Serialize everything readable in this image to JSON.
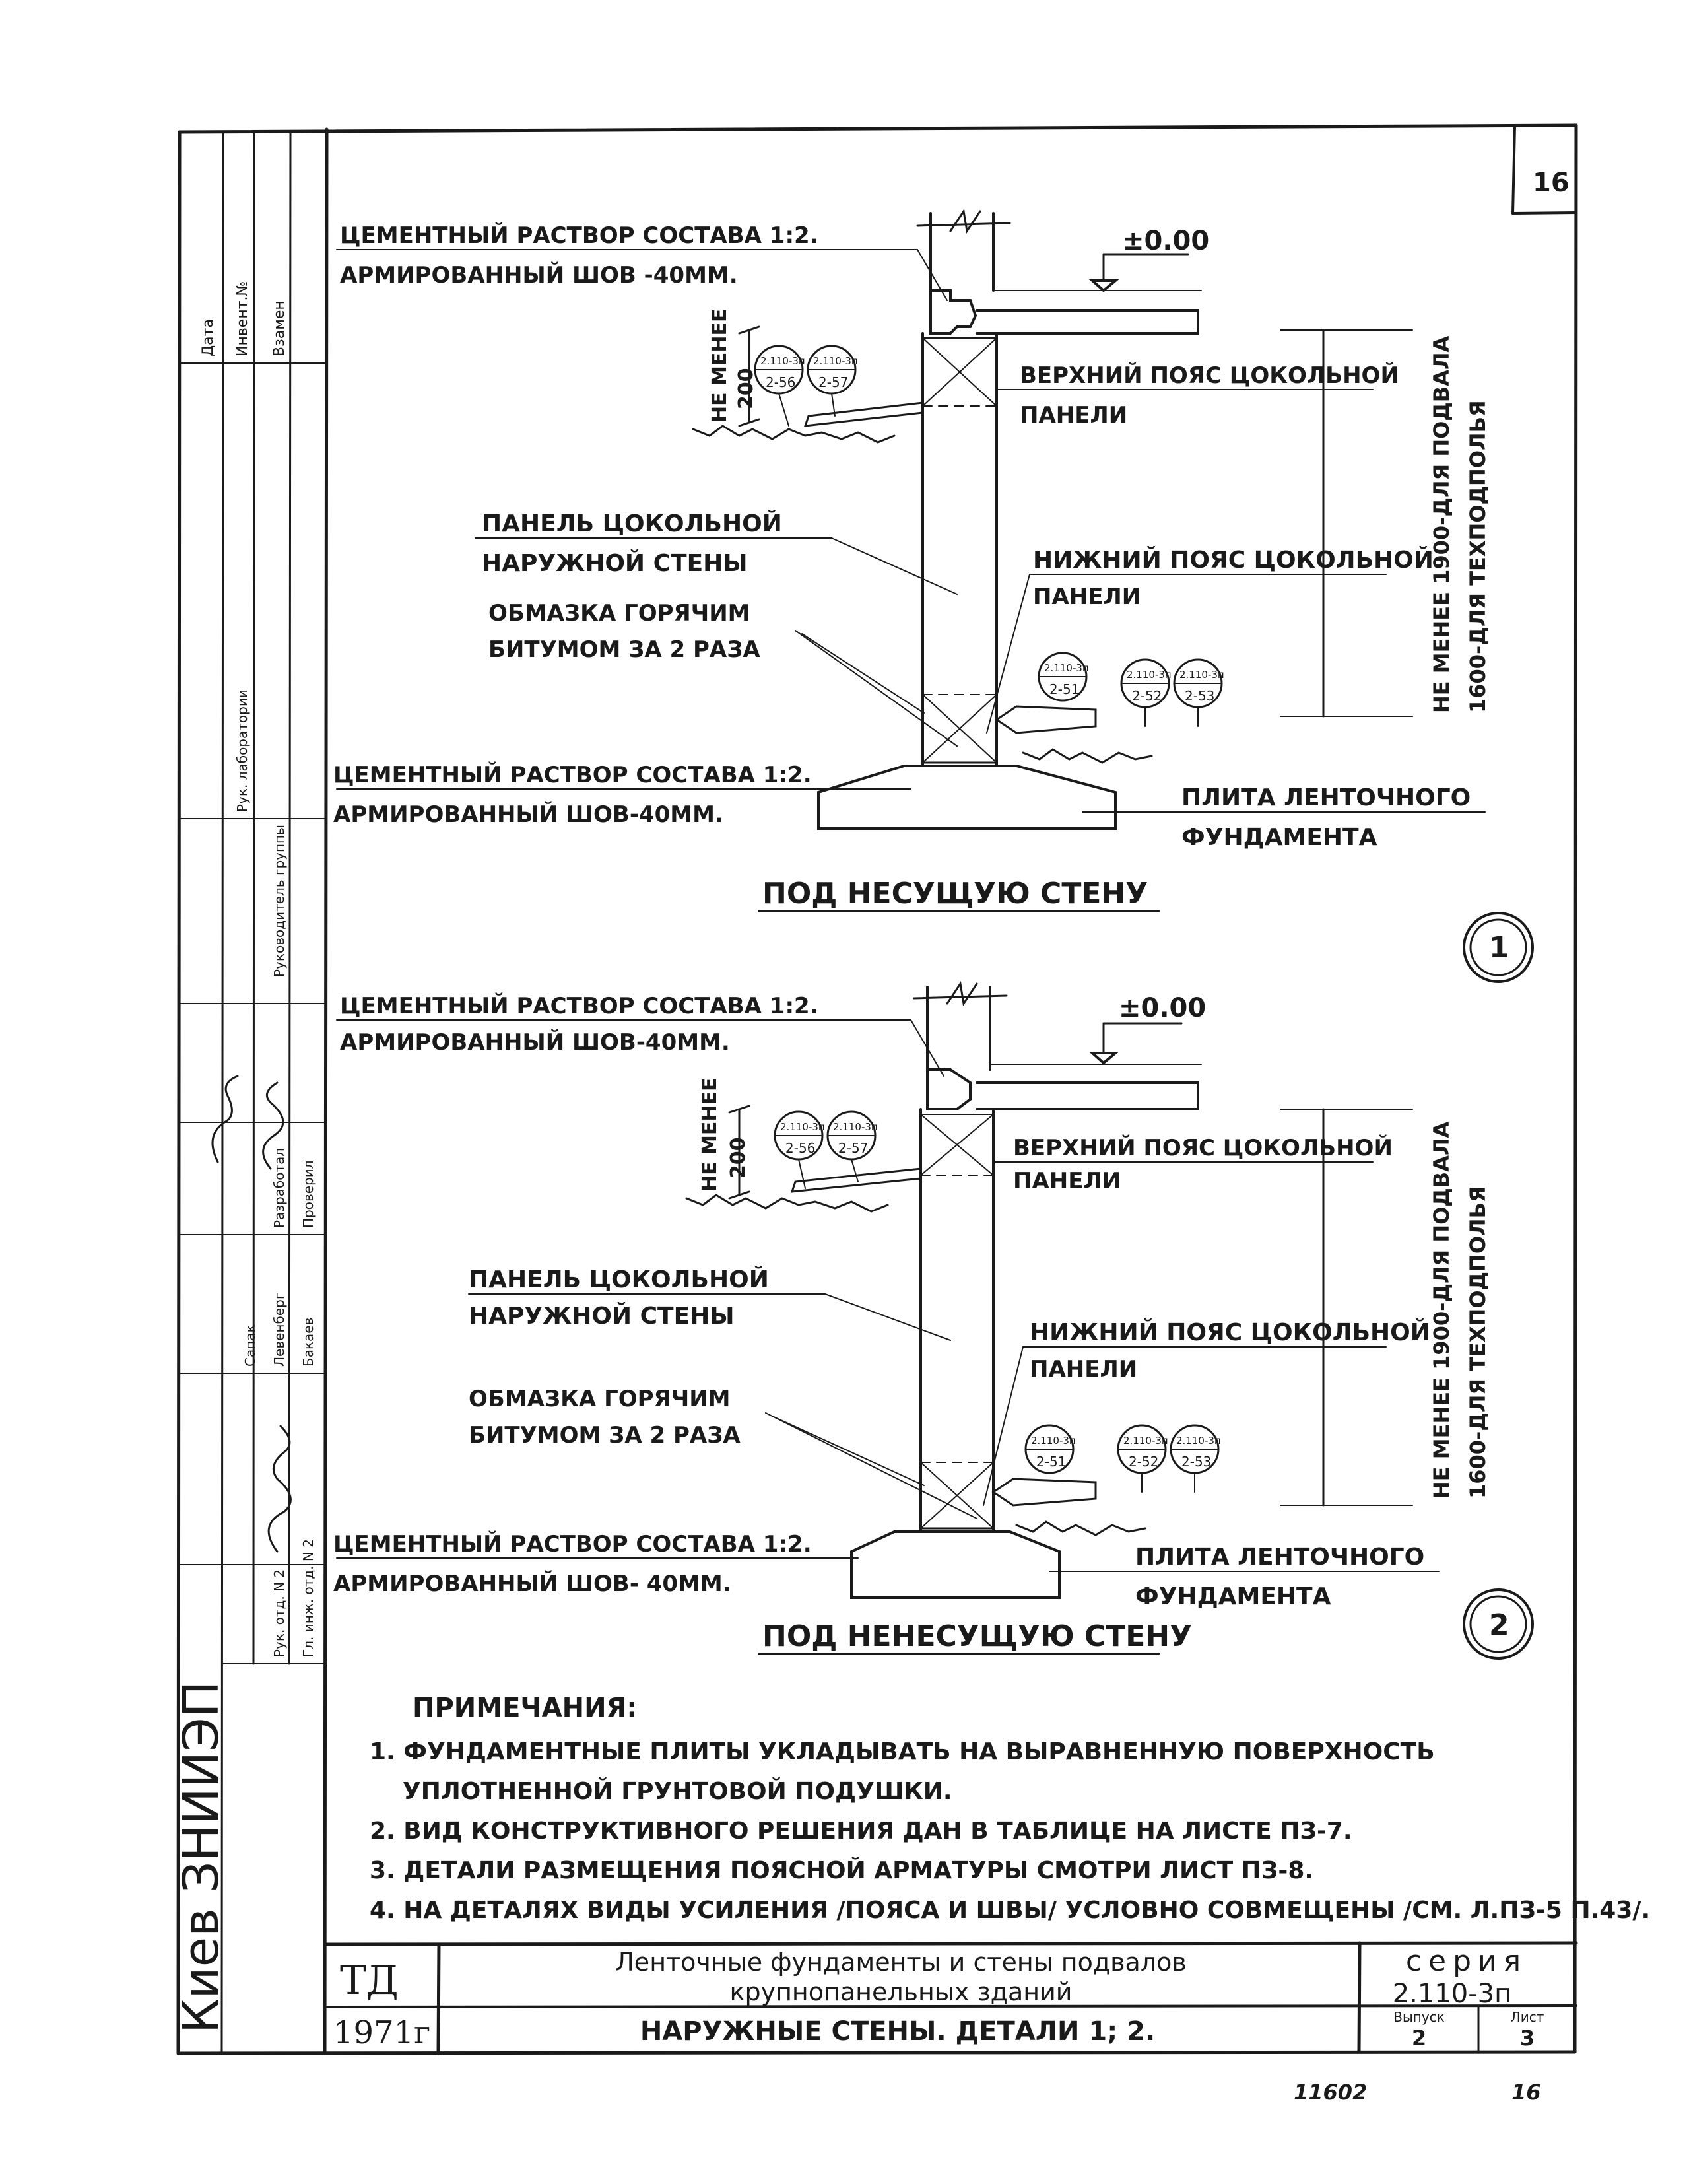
{
  "sheet_number": "16",
  "stamp_text": "Киев ЗНИИЭП",
  "side_stamp": {
    "col1": [
      "Дата",
      "Инвент.№",
      "Взамен"
    ],
    "col2": [
      "Рук. лаборатории",
      "Руководитель группы"
    ],
    "col3": [
      "Разработал",
      "Проверил"
    ],
    "col4": [
      "Сапак",
      "Левенберг",
      "Бакаев"
    ],
    "col5": [
      "Рук. отд. N 2",
      "Гл. инж. отд. N 2"
    ]
  },
  "details": [
    {
      "number": "1",
      "title": "ПОД НЕСУЩУЮ СТЕНУ",
      "level_mark": "±0.00",
      "label_top_line1": "ЦЕМЕНТНЫЙ РАСТВОР СОСТАВА 1:2.",
      "label_top_line2": "АРМИРОВАННЫЙ ШОВ -40ММ.",
      "min_label": "НЕ МЕНЕЕ",
      "min_value": "200",
      "upper_belt_line1": "ВЕРХНИЙ ПОЯС ЦОКОЛЬНОЙ",
      "upper_belt_line2": "ПАНЕЛИ",
      "panel_line1": "ПАНЕЛЬ ЦОКОЛЬНОЙ",
      "panel_line2": "НАРУЖНОЙ СТЕНЫ",
      "lower_belt_line1": "НИЖНИЙ ПОЯС ЦОКОЛЬНОЙ",
      "lower_belt_line2": "ПАНЕЛИ",
      "bitumen_line1": "ОБМАЗКА ГОРЯЧИМ",
      "bitumen_line2": "БИТУМОМ ЗА 2 РАЗА",
      "label_bottom_line1": "ЦЕМЕНТНЫЙ РАСТВОР СОСТАВА 1:2.",
      "label_bottom_line2": "АРМИРОВАННЫЙ ШОВ-40ММ.",
      "slab_line1": "ПЛИТА ЛЕНТОЧНОГО",
      "slab_line2": "ФУНДАМЕНТА",
      "height_line1": "НЕ МЕНЕЕ 1900-ДЛЯ ПОДВАЛА",
      "height_line2": "1600-ДЛЯ ТЕХПОДПОЛЬЯ",
      "refs": [
        {
          "top": "2.110-3п",
          "bottom": "2-56"
        },
        {
          "top": "2.110-3п",
          "bottom": "2-57"
        },
        {
          "top": "2.110-3п",
          "bottom": "2-51"
        },
        {
          "top": "2.110-3п",
          "bottom": "2-52"
        },
        {
          "top": "2.110-3п",
          "bottom": "2-53"
        }
      ]
    },
    {
      "number": "2",
      "title": "ПОД НЕНЕСУЩУЮ СТЕНУ",
      "level_mark": "±0.00",
      "label_top_line1": "ЦЕМЕНТНЫЙ РАСТВОР СОСТАВА 1:2.",
      "label_top_line2": "АРМИРОВАННЫЙ ШОВ-40ММ.",
      "min_label": "НЕ МЕНЕЕ",
      "min_value": "200",
      "upper_belt_line1": "ВЕРХНИЙ ПОЯС ЦОКОЛЬНОЙ",
      "upper_belt_line2": "ПАНЕЛИ",
      "panel_line1": "ПАНЕЛЬ ЦОКОЛЬНОЙ",
      "panel_line2": "НАРУЖНОЙ СТЕНЫ",
      "lower_belt_line1": "НИЖНИЙ ПОЯС ЦОКОЛЬНОЙ",
      "lower_belt_line2": "ПАНЕЛИ",
      "bitumen_line1": "ОБМАЗКА ГОРЯЧИМ",
      "bitumen_line2": "БИТУМОМ ЗА 2 РАЗА",
      "label_bottom_line1": "ЦЕМЕНТНЫЙ РАСТВОР СОСТАВА 1:2.",
      "label_bottom_line2": "АРМИРОВАННЫЙ ШОВ- 40ММ.",
      "slab_line1": "ПЛИТА ЛЕНТОЧНОГО",
      "slab_line2": "ФУНДАМЕНТА",
      "height_line1": "НЕ МЕНЕЕ 1900-ДЛЯ ПОДВАЛА",
      "height_line2": "1600-ДЛЯ ТЕХПОДПОЛЬЯ",
      "refs": [
        {
          "top": "2.110-3п",
          "bottom": "2-56"
        },
        {
          "top": "2.110-3п",
          "bottom": "2-57"
        },
        {
          "top": "2.110-3п",
          "bottom": "2-51"
        },
        {
          "top": "2.110-3п",
          "bottom": "2-52"
        },
        {
          "top": "2.110-3п",
          "bottom": "2-53"
        }
      ]
    }
  ],
  "notes": {
    "heading": "ПРИМЕЧАНИЯ:",
    "items": [
      "1. ФУНДАМЕНТНЫЕ ПЛИТЫ УКЛАДЫВАТЬ НА ВЫРАВНЕННУЮ ПОВЕРХНОСТЬ",
      "УПЛОТНЕННОЙ ГРУНТОВОЙ ПОДУШКИ.",
      "2. ВИД КОНСТРУКТИВНОГО РЕШЕНИЯ ДАН В ТАБЛИЦЕ НА ЛИСТЕ ПЗ-7.",
      "3. ДЕТАЛИ РАЗМЕЩЕНИЯ ПОЯСНОЙ АРМАТУРЫ СМОТРИ ЛИСТ ПЗ-8.",
      "4. НА ДЕТАЛЯХ ВИДЫ УСИЛЕНИЯ /ПОЯСА И ШВЫ/ УСЛОВНО СОВМЕЩЕНЫ /СМ. Л.ПЗ-5 П.43/."
    ]
  },
  "title_block": {
    "org": "ТД",
    "year": "1971г",
    "title_line1": "Ленточные фундаменты и стены подвалов",
    "title_line2": "крупнопанельных зданий",
    "sheet_title": "НАРУЖНЫЕ СТЕНЫ. ДЕТАЛИ 1; 2.",
    "series_label": "серия",
    "series_value": "2.110-3п",
    "issue_label": "Выпуск",
    "issue_value": "2",
    "sheet_label": "Лист",
    "sheet_value": "3"
  },
  "footer": {
    "archive_no": "11602",
    "page_no": "16"
  }
}
